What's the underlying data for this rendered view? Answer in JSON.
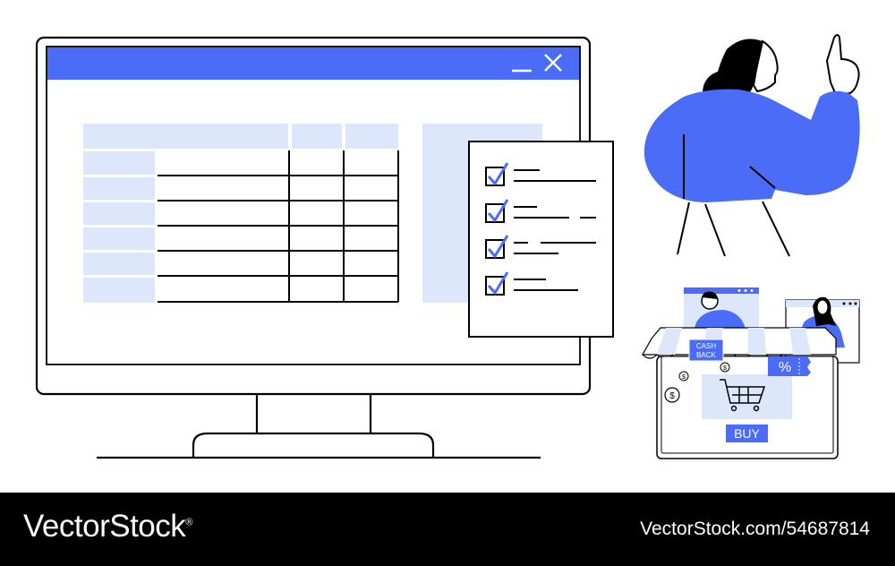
{
  "illustration": {
    "window_controls": {
      "minimize_icon": "minimize-icon",
      "close_icon": "close-icon"
    },
    "badges": {
      "cashback_line1": "CASH",
      "cashback_line2": "BACK",
      "discount": "%"
    },
    "buy_button_label": "BUY",
    "colors": {
      "accent": "#4a6cf7",
      "light_accent": "#dde7fb",
      "ink": "#000000"
    }
  },
  "footer": {
    "brand": "VectorStock",
    "trademark": "®",
    "stock_id": "VectorStock.com/54687814"
  }
}
